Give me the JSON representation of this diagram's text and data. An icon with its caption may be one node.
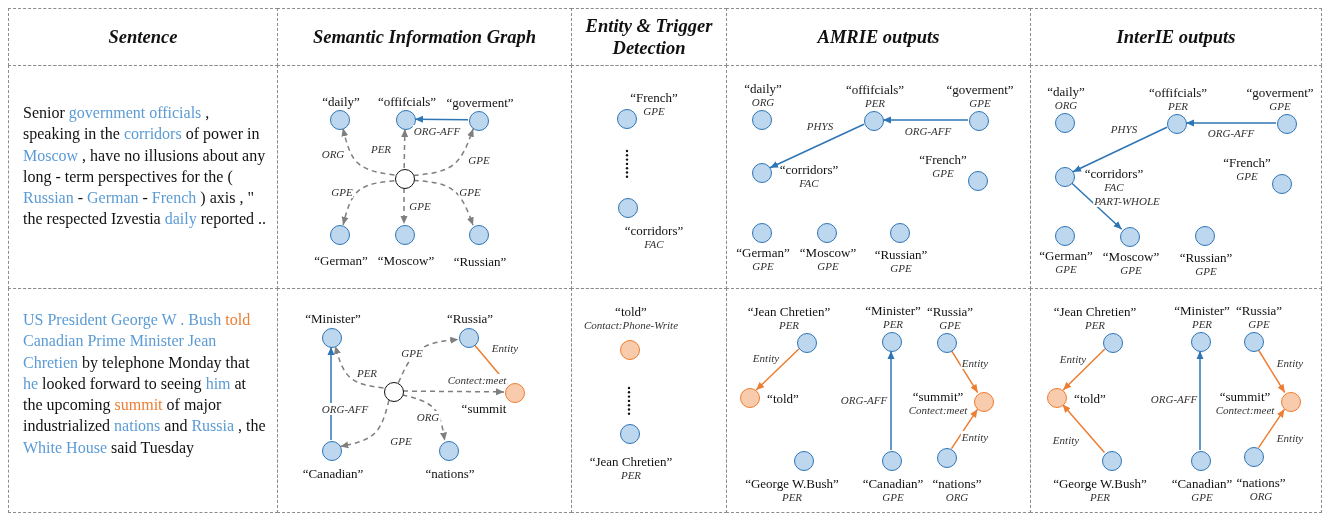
{
  "diagram": {
    "nodes": [
      {
        "text": [
          "Sentence"
        ]
      },
      {
        "text": [
          "Semantic Information Graph"
        ]
      },
      {
        "text": [
          "Entity & Trigger Detection"
        ]
      },
      {
        "text": [
          "AMRIE outputs"
        ]
      },
      {
        "text": [
          "InterIE outputs"
        ]
      },
      {
        "text": [
          "Senior government officials , speaking in the corridors of power in Moscow , have no illusions about any long - term perspectives for the ( Russian - German - French ) axis , \" the respected Izvestia daily reported .."
        ]
      },
      {
        "text": [],
        "shape": "box"
      },
      {
        "text": [],
        "shape": "box"
      },
      {
        "text": [],
        "shape": "box"
      },
      {
        "text": [],
        "shape": "box"
      },
      {
        "text": [
          "US President George W . Bush told Canadian Prime Minister Jean Chretien by telephone Monday that he looked forward to seeing him at the upcoming summit of major industrialized nations and Russia , the White House said Tuesday"
        ]
      },
      {
        "text": [],
        "shape": "box"
      },
      {
        "text": [],
        "shape": "box"
      },
      {
        "text": [],
        "shape": "box"
      },
      {
        "text": [],
        "shape": "box"
      },
      {
        "text": [
          "“daily”"
        ],
        "in": 6
      },
      {
        "text": [
          "“offifcials”"
        ],
        "in": 6
      },
      {
        "text": [
          "“goverment”"
        ],
        "in": 6
      },
      {
        "text": [],
        "shape": "circle",
        "in": 6
      },
      {
        "text": [
          "“German”"
        ],
        "in": 6
      },
      {
        "text": [
          "“Moscow”"
        ],
        "in": 6
      },
      {
        "text": [
          "“Russian”"
        ],
        "in": 6
      },
      {
        "text": [
          "“French”",
          "GPE"
        ],
        "in": 7
      },
      {
        "text": [
          "“corridors”",
          "FAC"
        ],
        "in": 7
      },
      {
        "text": [
          "“daily”",
          "ORG"
        ],
        "in": 8
      },
      {
        "text": [
          "“offifcials”",
          "PER"
        ],
        "in": 8
      },
      {
        "text": [
          "“goverment”",
          "GPE"
        ],
        "in": 8
      },
      {
        "text": [
          "“corridors”",
          "FAC"
        ],
        "in": 8
      },
      {
        "text": [
          "“French”",
          "GPE"
        ],
        "in": 8
      },
      {
        "text": [
          "“German”",
          "GPE"
        ],
        "in": 8
      },
      {
        "text": [
          "“Moscow”",
          "GPE"
        ],
        "in": 8
      },
      {
        "text": [
          "“Russian”",
          "GPE"
        ],
        "in": 8
      },
      {
        "text": [
          "“daily”",
          "ORG"
        ],
        "in": 9
      },
      {
        "text": [
          "“offifcials”",
          "PER"
        ],
        "in": 9
      },
      {
        "text": [
          "“goverment”",
          "GPE"
        ],
        "in": 9
      },
      {
        "text": [
          "“corridors”",
          "FAC"
        ],
        "in": 9
      },
      {
        "text": [
          "“French”",
          "GPE"
        ],
        "in": 9
      },
      {
        "text": [
          "“German”",
          "GPE"
        ],
        "in": 9
      },
      {
        "text": [
          "“Moscow”",
          "GPE"
        ],
        "in": 9
      },
      {
        "text": [
          "“Russian”",
          "GPE"
        ],
        "in": 9
      },
      {
        "text": [
          "“Minister”"
        ],
        "in": 11
      },
      {
        "text": [
          "“Russia”"
        ],
        "in": 11
      },
      {
        "text": [],
        "shape": "circle",
        "in": 11
      },
      {
        "text": [
          "“summit"
        ],
        "in": 11
      },
      {
        "text": [
          "“Canadian”"
        ],
        "in": 11
      },
      {
        "text": [
          "“nations”"
        ],
        "in": 11
      },
      {
        "text": [
          "“told”",
          "Contact:Phone-Write"
        ],
        "in": 12
      },
      {
        "text": [
          "“Jean Chretien”",
          "PER"
        ],
        "in": 12
      },
      {
        "text": [
          "“Jean Chretien”",
          "PER"
        ],
        "in": 13
      },
      {
        "text": [
          "“Minister”",
          "PER"
        ],
        "in": 13
      },
      {
        "text": [
          "“Russia”",
          "GPE"
        ],
        "in": 13
      },
      {
        "text": [
          "“told”"
        ],
        "in": 13
      },
      {
        "text": [
          "“summit”",
          "Contect:meet"
        ],
        "in": 13
      },
      {
        "text": [
          "“George W.Bush”",
          "PER"
        ],
        "in": 13
      },
      {
        "text": [
          "“Canadian”",
          "GPE"
        ],
        "in": 13
      },
      {
        "text": [
          "“nations”",
          "ORG"
        ],
        "in": 13
      },
      {
        "text": [
          "“Jean Chretien”",
          "PER"
        ],
        "in": 14
      },
      {
        "text": [
          "“Minister”",
          "PER"
        ],
        "in": 14
      },
      {
        "text": [
          "“Russia”",
          "GPE"
        ],
        "in": 14
      },
      {
        "text": [
          "“told”"
        ],
        "in": 14
      },
      {
        "text": [
          "“summit”",
          "Contect:meet"
        ],
        "in": 14
      },
      {
        "text": [
          "“George W.Bush”",
          "PER"
        ],
        "in": 14
      },
      {
        "text": [
          "“Canadian”",
          "GPE"
        ],
        "in": 14
      },
      {
        "text": [
          "“nations”",
          "ORG"
        ],
        "in": 14
      }
    ],
    "edges": [
      {
        "from": 17,
        "to": 16,
        "arrow": "to",
        "label": "ORG-AFF",
        "color": "#2e75b6"
      },
      {
        "from": 18,
        "to": 15,
        "arrow": "to",
        "label": "ORG",
        "style": "dashed"
      },
      {
        "from": 18,
        "to": 16,
        "arrow": "to",
        "label": "PER",
        "style": "dashed"
      },
      {
        "from": 18,
        "to": 17,
        "arrow": "to",
        "label": "GPE",
        "style": "dashed"
      },
      {
        "from": 18,
        "to": 19,
        "arrow": "to",
        "label": "GPE",
        "style": "dashed"
      },
      {
        "from": 18,
        "to": 20,
        "arrow": "to",
        "label": "GPE",
        "style": "dashed"
      },
      {
        "from": 18,
        "to": 21,
        "arrow": "to",
        "label": "GPE",
        "style": "dashed"
      },
      {
        "from": 26,
        "to": 25,
        "arrow": "to",
        "label": "ORG-AFF",
        "color": "#2e75b6"
      },
      {
        "from": 25,
        "to": 27,
        "arrow": "to",
        "label": "PHYS",
        "color": "#2e75b6"
      },
      {
        "from": 34,
        "to": 33,
        "arrow": "to",
        "label": "ORG-AFF",
        "color": "#2e75b6"
      },
      {
        "from": 33,
        "to": 35,
        "arrow": "to",
        "label": "PHYS",
        "color": "#2e75b6"
      },
      {
        "from": 35,
        "to": 38,
        "arrow": "to",
        "label": "PART-WHOLE",
        "color": "#2e75b6"
      },
      {
        "from": 44,
        "to": 40,
        "arrow": "to",
        "label": "ORG-AFF",
        "color": "#2e75b6"
      },
      {
        "from": 42,
        "to": 40,
        "arrow": "to",
        "label": "PER",
        "style": "dashed"
      },
      {
        "from": 42,
        "to": 41,
        "arrow": "to",
        "label": "GPE",
        "style": "dashed"
      },
      {
        "from": 42,
        "to": 43,
        "arrow": "to",
        "label": "Contect:meet",
        "style": "dashed"
      },
      {
        "from": 42,
        "to": 45,
        "arrow": "to",
        "label": "ORG",
        "style": "dashed"
      },
      {
        "from": 42,
        "to": 44,
        "arrow": "to",
        "label": "GPE",
        "style": "dashed"
      },
      {
        "from": 41,
        "to": 43,
        "arrow": "to",
        "label": "Entity",
        "color": "#ed7d31"
      },
      {
        "from": 48,
        "to": 51,
        "arrow": "to",
        "label": "Entity",
        "color": "#ed7d31"
      },
      {
        "from": 54,
        "to": 49,
        "arrow": "to",
        "label": "ORG-AFF",
        "color": "#2e75b6"
      },
      {
        "from": 50,
        "to": 52,
        "arrow": "to",
        "label": "Entity",
        "color": "#ed7d31"
      },
      {
        "from": 55,
        "to": 52,
        "arrow": "to",
        "label": "Entity",
        "color": "#ed7d31"
      },
      {
        "from": 56,
        "to": 59,
        "arrow": "to",
        "label": "Entity",
        "color": "#ed7d31"
      },
      {
        "from": 61,
        "to": 59,
        "arrow": "to",
        "label": "Entity",
        "color": "#ed7d31"
      },
      {
        "from": 62,
        "to": 57,
        "arrow": "to",
        "label": "ORG-AFF",
        "color": "#2e75b6"
      },
      {
        "from": 58,
        "to": 60,
        "arrow": "to",
        "label": "Entity",
        "color": "#ed7d31"
      },
      {
        "from": 63,
        "to": 60,
        "arrow": "to",
        "label": "Entity",
        "color": "#ed7d31"
      }
    ]
  }
}
